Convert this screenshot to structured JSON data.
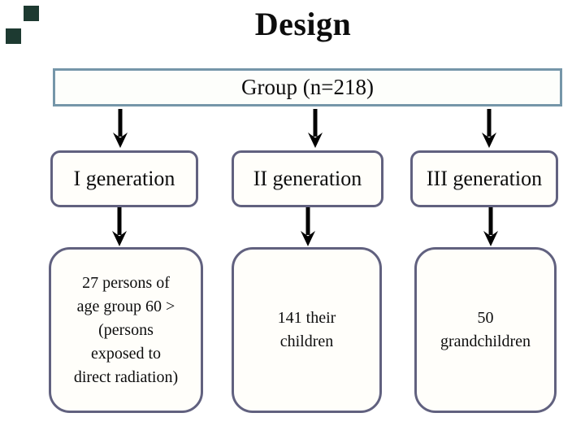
{
  "slide": {
    "title": "Design",
    "background_color": "#ffffff",
    "text_color": "#0d0d0d",
    "accent_squares": {
      "color": "#1d3a31",
      "count": 2
    },
    "group_box": {
      "label": "Group (n=218)",
      "border_color": "#7596a9",
      "fill_color": "#fdfefb"
    },
    "box_style": {
      "border_color": "#61617f",
      "fill_color": "#fffefa"
    },
    "generation_boxes": [
      {
        "label": "I generation"
      },
      {
        "label": "II generation"
      },
      {
        "label": "III generation"
      }
    ],
    "detail_boxes": [
      {
        "text": "27 persons of\nage group 60 >\n(persons\nexposed to\ndirect radiation)"
      },
      {
        "text": "141 their\nchildren"
      },
      {
        "text": "50\ngrandchildren"
      }
    ],
    "arrow": {
      "direction": "down",
      "color": "#000000",
      "icon": "arrow-down"
    }
  }
}
